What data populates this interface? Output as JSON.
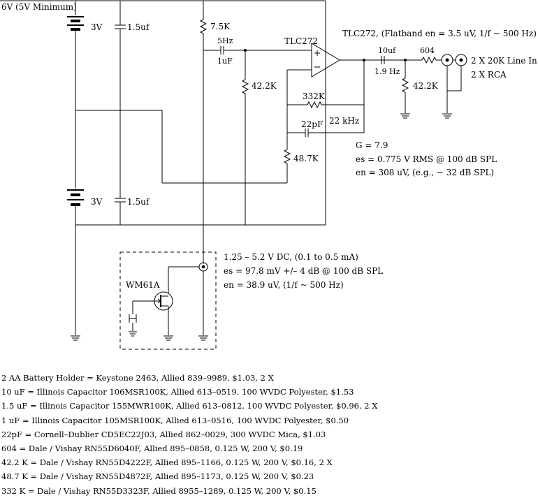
{
  "supply_label": "6V (5V Minimum)",
  "battery_top": "3V",
  "battery_bottom": "3V",
  "cap_top": "1.5uf",
  "cap_bottom": "1.5uf",
  "res_bias": "7.5K",
  "cap_input_freq": "5Hz",
  "cap_input": "1uF",
  "res_in": "42.2K",
  "opamp_label": "TLC272",
  "opamp_note": "TLC272, (Flatband en = 3.5 uV, 1/f ~ 500 Hz)",
  "res_feedback": "332K",
  "cap_feedback": "22pF",
  "feedback_freq": "22 kHz",
  "res_gain": "48.7K",
  "cap_out": "10uf",
  "cap_out_freq": "1.9 Hz",
  "res_out": "604",
  "res_load": "42.2K",
  "output_line1": "2 X 20K Line In",
  "output_line2": "2 X RCA",
  "gain": "G = 7.9",
  "es_out": "es = 0.775 V RMS @ 100 dB SPL",
  "en_out": "en = 308 uV, (e.g., ~ 32 dB SPL)",
  "mic_dc": "1.25 – 5.2 V DC, (0.1 to 0.5 mA)",
  "mic_es": "es = 97.8 mV +/– 4 dB @ 100 dB SPL",
  "mic_en": "en = 38.9 uV, (1/f ~ 500 Hz)",
  "mic_label": "WM61A",
  "parts": [
    "2 AA Battery Holder = Keystone 2463, Allied 839–9989, $1.03, 2 X",
    "10 uF = Illinois Capacitor 106MSR100K, Allied 613–0519, 100 WVDC Polyester, $1.53",
    "1.5 uF = Illinois Capacitor 155MWR100K, Allied 613–0812, 100 WVDC Polyester, $0.96, 2 X",
    "1 uF = Illinois Capacitor 105MSR100K, Allied 613–0516, 100 WVDC Polyester, $0.50",
    "22pF = Cornell–Dublier CD5EC22J03, Allied 862–0029, 300 WVDC Mica, $1.03",
    "604 = Dale / Vishay RN55D6040F, Allied 895–0858, 0.125 W, 200 V, $0.19",
    "42.2 K = Dale / Vishay RN55D4222F, Allied 895–1166, 0.125 W, 200 V, $0.16, 2 X",
    "48.7 K = Dale / Vishay RN55D4872F, Allied 895–1173, 0.125 W, 200 V, $0.23",
    "332 K = Dale / Vishay RN55D3323F, Allied 8955–1289, 0.125 W, 200 V, $0.15"
  ]
}
